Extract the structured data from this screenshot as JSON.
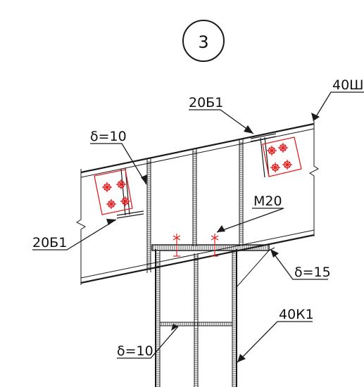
{
  "detail_mark": "3",
  "labels": {
    "beam_40sh": "40Ш",
    "beam_20b1_right": "20Б1",
    "beam_20b1_left": "20Б1",
    "plate_d10_top": "δ=10",
    "bolt_m20": "М20",
    "plate_d15": "δ=15",
    "column_40k1": "40К1",
    "plate_d10_bottom": "δ=10"
  },
  "colors": {
    "line": "#1a1a1a",
    "connection": "#e02020"
  }
}
